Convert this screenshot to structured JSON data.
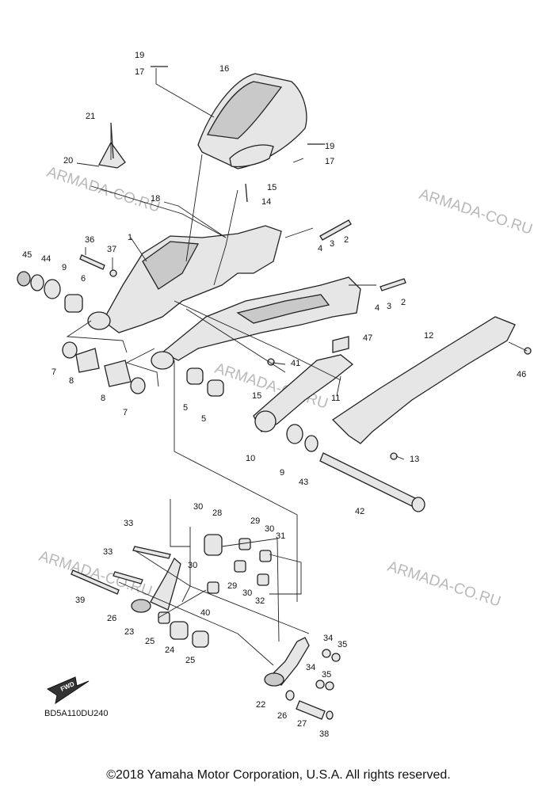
{
  "watermark": "ARMADA-CO.RU",
  "diagram_code": "BD5A110DU240",
  "fwd_label": "FWD",
  "copyright": "©2018 Yamaha Motor Corporation, U.S.A. All rights reserved.",
  "callouts": {
    "c1": "1",
    "c2a": "2",
    "c2b": "2",
    "c3a": "3",
    "c3b": "3",
    "c4a": "4",
    "c4b": "4",
    "c5a": "5",
    "c5b": "5",
    "c6": "6",
    "c7a": "7",
    "c7b": "7",
    "c8a": "8",
    "c8b": "8",
    "c9a": "9",
    "c9b": "9",
    "c10": "10",
    "c11": "11",
    "c12": "12",
    "c13": "13",
    "c14": "14",
    "c15a": "15",
    "c15b": "15",
    "c16": "16",
    "c17a": "17",
    "c17b": "17",
    "c18": "18",
    "c19a": "19",
    "c19b": "19",
    "c20": "20",
    "c21": "21",
    "c22": "22",
    "c23": "23",
    "c24": "24",
    "c25a": "25",
    "c25b": "25",
    "c26a": "26",
    "c26b": "26",
    "c27": "27",
    "c28": "28",
    "c29a": "29",
    "c29b": "29",
    "c30a": "30",
    "c30b": "30",
    "c30c": "30",
    "c30d": "30",
    "c31": "31",
    "c32": "32",
    "c33a": "33",
    "c33b": "33",
    "c34a": "34",
    "c34b": "34",
    "c35a": "35",
    "c35b": "35",
    "c36": "36",
    "c37": "37",
    "c38": "38",
    "c39": "39",
    "c40": "40",
    "c41": "41",
    "c42": "42",
    "c43": "43",
    "c44": "44",
    "c45": "45",
    "c46": "46",
    "c47": "47"
  }
}
